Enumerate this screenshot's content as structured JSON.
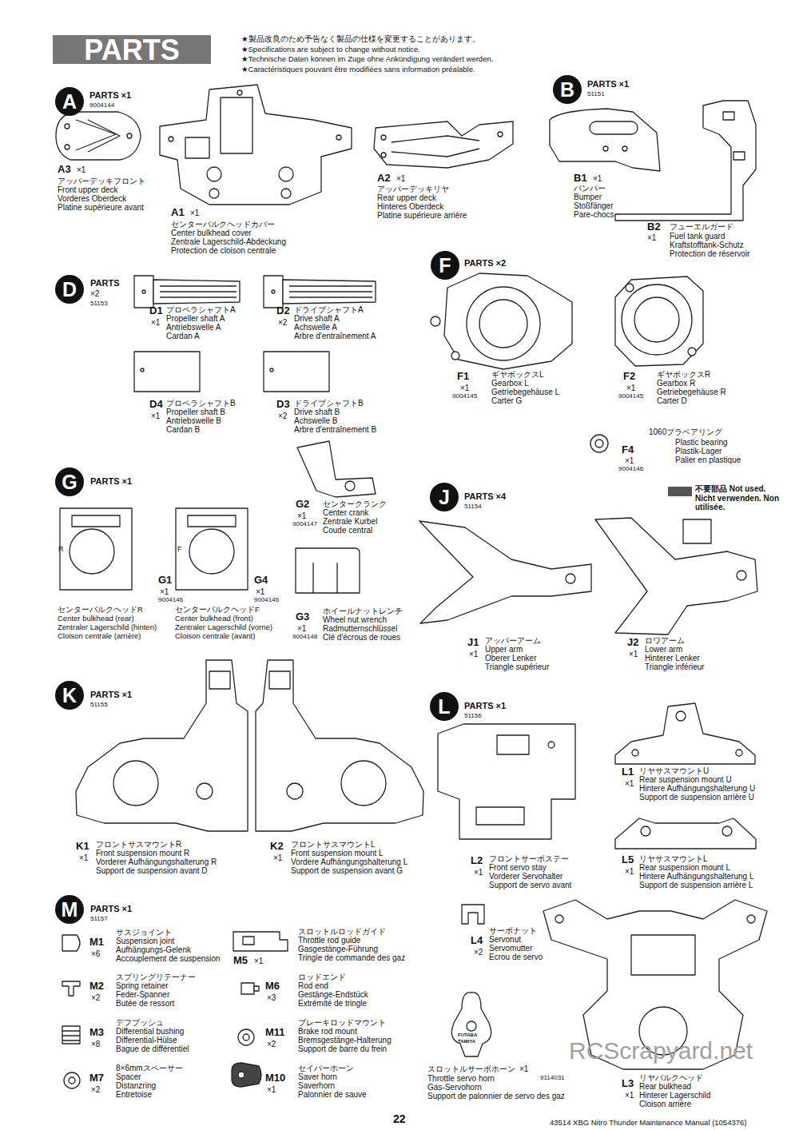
{
  "diagram": {
    "title": "PARTS",
    "nodes": [
      {
        "text": [
          "A"
        ]
      },
      {
        "text": [
          "B"
        ]
      },
      {
        "text": [
          "D"
        ]
      },
      {
        "text": [
          "F"
        ]
      },
      {
        "text": [
          "G"
        ]
      },
      {
        "text": [
          "J"
        ]
      },
      {
        "text": [
          "K"
        ]
      },
      {
        "text": [
          "L"
        ]
      },
      {
        "text": [
          "M"
        ]
      }
    ],
    "labels": [
      "★製品改良のため予告なく製品の仕様を変更することがあります。",
      "★Specifications are subject to change without notice.",
      "★Technische Daten können im Zuge ohne Ankündigung verändert werden.",
      "★Caractéristiques pouvant être modifiées sans information préalable.",
      "PARTS ×1",
      "9004144",
      "A3",
      "×1",
      "アッパーデッキフロント",
      "Front upper deck",
      "Vorderes Oberdeck",
      "Platine supérieure avant",
      "A1",
      "×1",
      "センターバルクヘッドカバー",
      "Center bulkhead cover",
      "Zentrale Lagerschild-Abdeckung",
      "Protection de cloison centrale",
      "A2",
      "×1",
      "アッパーデッキリヤ",
      "Rear upper deck",
      "Hinteres Oberdeck",
      "Platine supérieure arrière",
      "PARTS ×1",
      "51151",
      "B1",
      "×1",
      "バンパー",
      "Bumper",
      "Stoßfänger",
      "Pare-chocs",
      "B2",
      "フューエルガード",
      "×1",
      "Fuel tank guard",
      "Kraftstofftank-Schutz",
      "Protection de réservoir",
      "PARTS",
      "×2",
      "51153",
      "D1",
      "×1",
      "プロペラシャフトA",
      "Propeller shaft A",
      "Antriebswelle A",
      "Cardan A",
      "D2",
      "×2",
      "ドライブシャフトA",
      "Drive shaft A",
      "Achswelle A",
      "Arbre d'entraînement A",
      "D4",
      "×1",
      "プロペラシャフトB",
      "Propeller shaft B",
      "Antriebswelle B",
      "Cardan B",
      "D3",
      "×2",
      "ドライブシャフトB",
      "Drive shaft B",
      "Achswelle B",
      "Arbre d'entraînement B",
      "PARTS ×2",
      "F1",
      "×1",
      "9004145",
      "ギヤボックスL",
      "Gearbox L",
      "Getriebegehäuse L",
      "Carter G",
      "F2",
      "×1",
      "9004145",
      "ギヤボックスR",
      "Gearbox R",
      "Getriebegehäuse R",
      "Carter D",
      "F4",
      "×1",
      "9004146",
      "1060プラベアリング",
      "Plastic bearing",
      "Plastik-Lager",
      "Palier en plastique",
      "PARTS ×1",
      "R",
      "F",
      "G1",
      "×1",
      "9004146",
      "センターバルクヘッドR",
      "Center bulkhead (rear)",
      "Zentraler Lagerschild (hinten)",
      "Cloison centrale (arrière)",
      "G4",
      "×1",
      "9004146",
      "センターバルクヘッドF",
      "Center bulkhead (front)",
      "Zentraler Lagerschild (vorne)",
      "Cloison centrale (avant)",
      "G2",
      "×1",
      "9004147",
      "センタークランク",
      "Center crank",
      "Zentrale Kurbel",
      "Coude central",
      "G3",
      "×1",
      "9004148",
      "ホイールナットレンチ",
      "Wheel nut wrench",
      "Radmutternschlüssel",
      "Clé d'écrous de roues",
      "PARTS ×4",
      "51154",
      "J1",
      "×1",
      "アッパーアーム",
      "Upper arm",
      "Oberer Lenker",
      "Triangle supérieur",
      "J2",
      "×1",
      "ロワアーム",
      "Lower arm",
      "Hinterer Lenker",
      "Triangle inférieur",
      "PARTS ×1",
      "51155",
      "K1",
      "×1",
      "フロントサスマウントR",
      "Front suspension mount R",
      "Vorderer Aufhängungshalterung R",
      "Support de suspension avant D",
      "K2",
      "×1",
      "フロントサスマウントL",
      "Front suspension mount L",
      "Vordere Aufhängungshalterung L",
      "Support de suspension avant G",
      "PARTS ×1",
      "51156",
      "L1",
      "×1",
      "リヤサスマウントU",
      "Rear suspension mount U",
      "Hintere Aufhängungshalterung U",
      "Support de suspension arrière U",
      "L2",
      "×1",
      "フロントサーボステー",
      "Front servo stay",
      "Vorderer Servohalter",
      "Support de servo avant",
      "L5",
      "×1",
      "リヤサスマウントL",
      "Rear suspension mount L",
      "Hintere Aufhängungshalterung L",
      "Support de suspension arrière L",
      "L4",
      "×2",
      "サーボナット",
      "Servonut",
      "Servomutter",
      "Ecrou de servo",
      "FUTABA",
      "TAMIYA",
      "スロットルサーボホーン",
      "×1",
      "Throttle servo horn",
      "Gas-Servohorn",
      "Support de palonnier de servo des gaz",
      "9114031",
      "L3",
      "×1",
      "リヤバルクヘッド",
      "Rear bulkhead",
      "Hinterer Lagerschild",
      "Cloison arrière",
      "PARTS ×1",
      "51157",
      "M1",
      "×6",
      "サスジョイント",
      "Suspension joint",
      "Aufhängungs-Gelenk",
      "Accouplement de suspension",
      "M2",
      "×2",
      "スプリングリテーナー",
      "Spring retainer",
      "Feder-Spanner",
      "Butée de ressort",
      "M3",
      "×8",
      "デフブッシュ",
      "Differential bushing",
      "Differential-Hülse",
      "Bague de différentiel",
      "M7",
      "×2",
      "8×6mmスペーサー",
      "Spacer",
      "Distanzring",
      "Entretoise",
      "M5",
      "×1",
      "スロットルロッドガイド",
      "Throttle rod guide",
      "Gasgestänge-Führung",
      "Tringle de commande des gaz",
      "M6",
      "×3",
      "ロッドエンド",
      "Rod end",
      "Gestänge-Endstück",
      "Extrémité de tringle",
      "M11",
      "×2",
      "ブレーキロッドマウント",
      "Brake rod mount",
      "Bremsgestänge-Halterung",
      "Support de barre du frein",
      "M10",
      "×1",
      "セイバーホーン",
      "Saver horn",
      "Saverhorn",
      "Palonnier de sauve",
      "22",
      "43514 XBG Nitro Thunder Maintenance Manual (1054376)",
      "RCScrapyard.net"
    ],
    "legend": [
      {
        "text": "不要部品 Not used. Nicht verwenden. Non utilisée.",
        "color": "#555555"
      }
    ]
  }
}
